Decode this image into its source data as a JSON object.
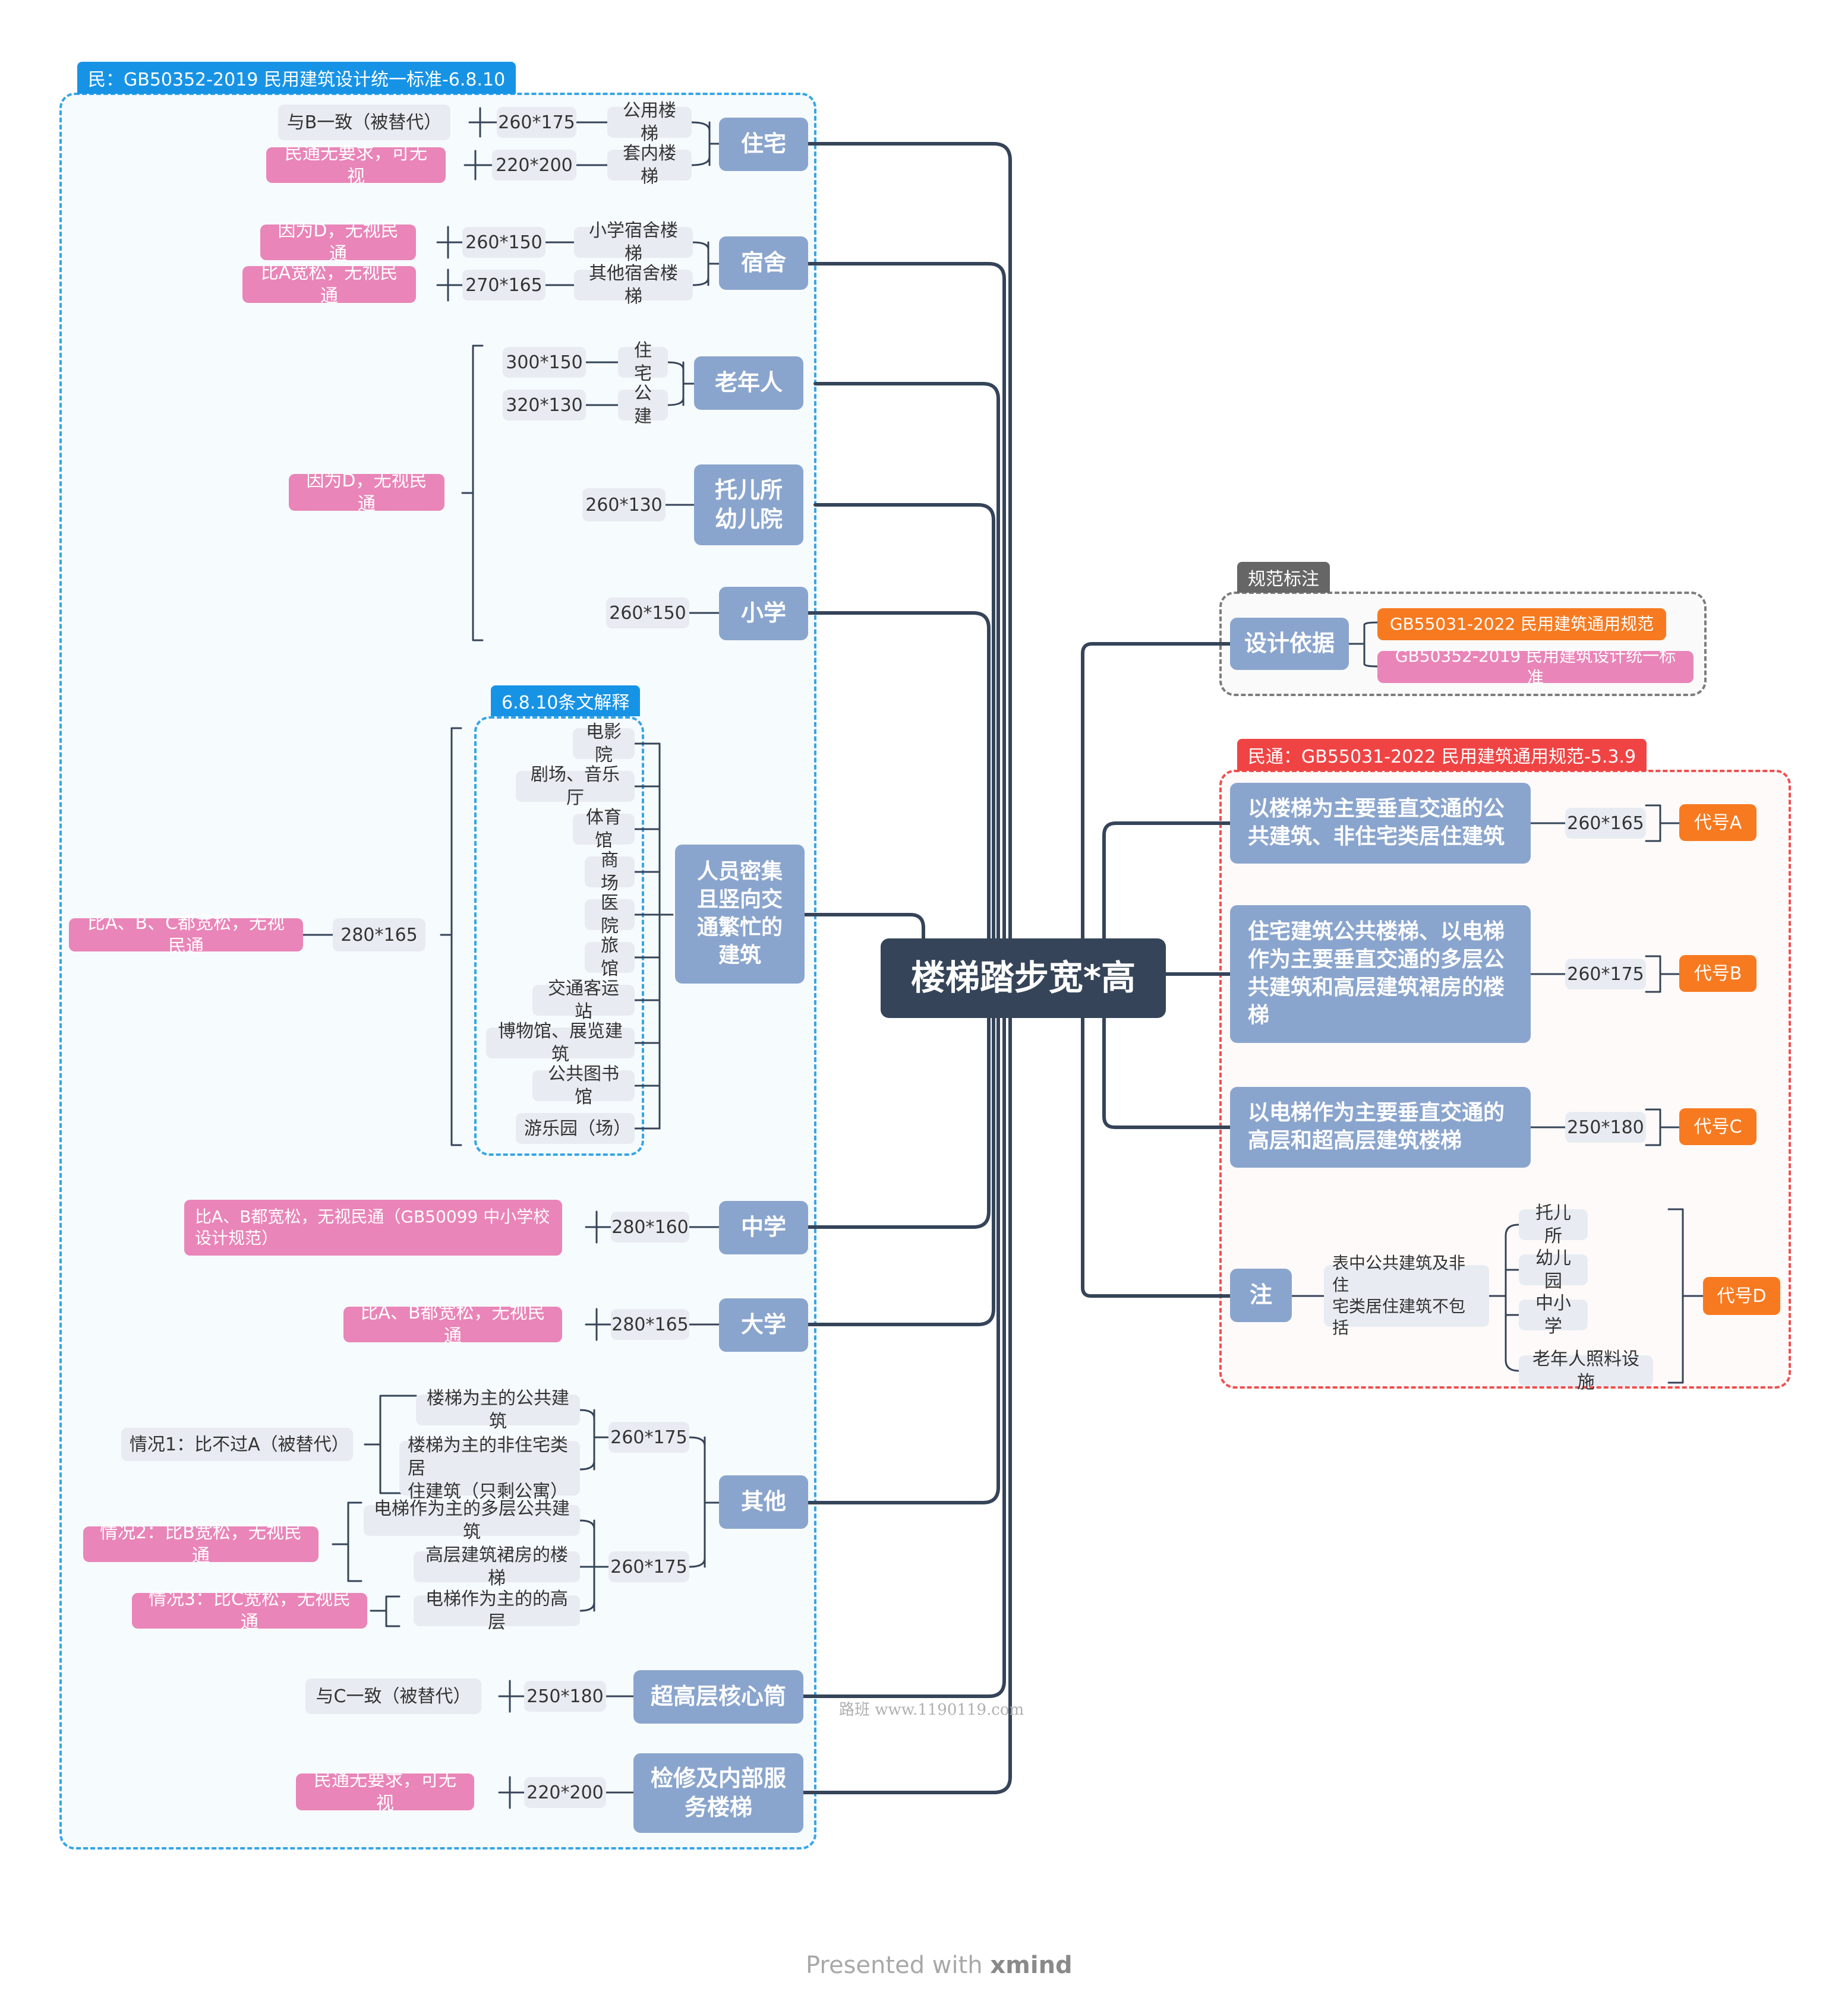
{
  "central": "楼梯踏步宽*高",
  "left_group": {
    "tag": "民：GB50352-2019 民用建筑设计统一标准-6.8.10",
    "nodes": {
      "zhuzhai": "住宅",
      "zz_pub": "公用楼梯",
      "zz_pub_v": "260*175",
      "zz_pub_n": "与B一致（被替代）",
      "zz_in": "套内楼梯",
      "zz_in_v": "220*200",
      "zz_in_n": "民通无要求，可无视",
      "sushe": "宿舍",
      "ss_pri": "小学宿舍楼梯",
      "ss_pri_v": "260*150",
      "ss_pri_n": "因为D，无视民通",
      "ss_oth": "其他宿舍楼梯",
      "ss_oth_v": "270*165",
      "ss_oth_n": "比A宽松，无视民通",
      "laonian": "老年人",
      "ln_zz": "住宅",
      "ln_zz_v": "300*150",
      "ln_gj": "公建",
      "ln_gj_v": "320*130",
      "tuoer": "托儿所\n幼儿院",
      "te_v": "260*130",
      "xiaoxue": "小学",
      "xx_v": "260*150",
      "grp_note": "因为D，无视民通",
      "crowd": "人员密集\n且竖向交\n通繁忙的\n建筑",
      "crowd_tag": "6.8.10条文解释",
      "crowd_items": [
        "电影院",
        "剧场、音乐厅",
        "体育馆",
        "商场",
        "医院",
        "旅馆",
        "交通客运站",
        "博物馆、展览建筑",
        "公共图书馆",
        "游乐园（场）"
      ],
      "crowd_v": "280*165",
      "crowd_n": "比A、B、C都宽松，无视民通",
      "zhongxue": "中学",
      "zx_v": "280*160",
      "zx_n": "比A、B都宽松，无视民通（GB50099 中小学校\n设计规范）",
      "daxue": "大学",
      "dx_v": "280*165",
      "dx_n": "比A、B都宽松，无视民通",
      "qita": "其他",
      "qt_a1": "楼梯为主的公共建筑",
      "qt_a2": "楼梯为主的非住宅类居\n住建筑（只剩公寓）",
      "qt_a_v": "260*175",
      "qt_a_n": "情况1：比不过A（被替代）",
      "qt_b1": "电梯作为主的多层公共建筑",
      "qt_b2": "高层建筑裙房的楼梯",
      "qt_b3": "电梯作为主的的高层",
      "qt_b_v": "260*175",
      "qt_b_n2": "情况2：比B宽松，无视民通",
      "qt_b_n3": "情况3：比C宽松，无视民通",
      "chaogao": "超高层核心筒",
      "cg_v": "250*180",
      "cg_n": "与C一致（被替代）",
      "jianxiu": "检修及内部服\n务楼梯",
      "jx_v": "220*200",
      "jx_n": "民通无要求，可无视"
    }
  },
  "right_basis": {
    "tag": "规范标注",
    "node": "设计依据",
    "items": [
      "GB55031-2022 民用建筑通用规范",
      "GB50352-2019 民用建筑设计统一标准"
    ]
  },
  "right_group": {
    "tag": "民通：GB55031-2022 民用建筑通用规范-5.3.9",
    "rows": [
      {
        "text": "以楼梯为主要垂直交通的公\n共建筑、非住宅类居住建筑",
        "value": "260*165",
        "code": "代号A"
      },
      {
        "text": "住宅建筑公共楼梯、以电梯\n作为主要垂直交通的多层公\n共建筑和高层建筑裙房的楼\n梯",
        "value": "260*175",
        "code": "代号B"
      },
      {
        "text": "以电梯作为主要垂直交通的\n高层和超高层建筑楼梯",
        "value": "250*180",
        "code": "代号C"
      }
    ],
    "note": {
      "label": "注",
      "text": "表中公共建筑及非住\n宅类居住建筑不包括",
      "items": [
        "托儿所",
        "幼儿园",
        "中小学",
        "老年人照料设施"
      ],
      "code": "代号D"
    }
  },
  "watermark": "路班 www.1190119.com",
  "footer_prefix": "Presented with",
  "footer_brand": "xmind",
  "colors": {
    "central": "#354458",
    "main": "#8aa5cd",
    "sub": "#e8ecf2",
    "pink": "#e985b8",
    "orange": "#f77a20",
    "line": "#354458",
    "blue_border": "#36a5e6",
    "red_border": "#f05050"
  }
}
